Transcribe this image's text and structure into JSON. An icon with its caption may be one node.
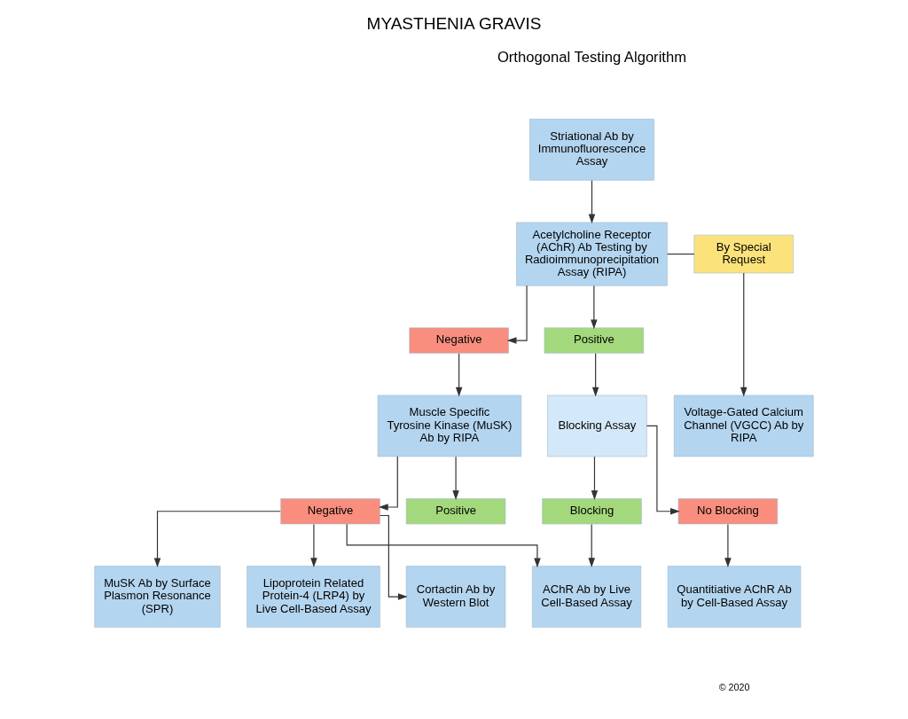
{
  "diagram": {
    "title": "MYASTHENIA GRAVIS",
    "nodes": [
      {
        "text": [
          "Striational Ab by Immunofluorescence Assay"
        ]
      },
      {
        "text": [
          "Acetylcholine Receptor (AChR) Ab Testing by Radioimmunoprecipitation Assay (RIPA)"
        ]
      },
      {
        "text": [
          "By Special Request"
        ]
      },
      {
        "text": [
          "Negative"
        ]
      },
      {
        "text": [
          "Positive"
        ]
      },
      {
        "text": [
          "Muscle Specific Tyrosine Kinase (MuSK) Ab by RIPA"
        ]
      },
      {
        "text": [
          "Blocking Assay"
        ]
      },
      {
        "text": [
          "Voltage-Gated Calcium Channel (VGCC) Ab by RIPA"
        ]
      },
      {
        "text": [
          "Negative"
        ]
      },
      {
        "text": [
          "Positive"
        ]
      },
      {
        "text": [
          "Blocking"
        ]
      },
      {
        "text": [
          "No Blocking"
        ]
      },
      {
        "text": [
          "MuSK Ab by Surface Plasmon Resonance (SPR)"
        ]
      },
      {
        "text": [
          "Lipoprotein Related Protein-4 (LRP4) by Live Cell-Based Assay"
        ]
      },
      {
        "text": [
          "Cortactin Ab by Western Blot"
        ]
      },
      {
        "text": [
          "AChR Ab by Live Cell-Based Assay"
        ]
      },
      {
        "text": [
          "Quantitiative AChR Ab by Cell-Based Assay"
        ]
      }
    ],
    "edges": [
      {
        "from": 0,
        "to": 1,
        "arrow": "to"
      },
      {
        "from": 1,
        "to": 2,
        "arrow": "none"
      },
      {
        "from": 2,
        "to": 7,
        "arrow": "to"
      },
      {
        "from": 1,
        "to": 3,
        "arrow": "to"
      },
      {
        "from": 1,
        "to": 4,
        "arrow": "to"
      },
      {
        "from": 3,
        "to": 5,
        "arrow": "to"
      },
      {
        "from": 4,
        "to": 6,
        "arrow": "to"
      },
      {
        "from": 5,
        "to": 8,
        "arrow": "to"
      },
      {
        "from": 5,
        "to": 9,
        "arrow": "to"
      },
      {
        "from": 6,
        "to": 10,
        "arrow": "to"
      },
      {
        "from": 6,
        "to": 11,
        "arrow": "to"
      },
      {
        "from": 8,
        "to": 12,
        "arrow": "to"
      },
      {
        "from": 8,
        "to": 13,
        "arrow": "to"
      },
      {
        "from": 8,
        "to": 14,
        "arrow": "to"
      },
      {
        "from": 8,
        "to": 15,
        "arrow": "to"
      },
      {
        "from": 10,
        "to": 15,
        "arrow": "to"
      },
      {
        "from": 11,
        "to": 16,
        "arrow": "to"
      }
    ],
    "labels": [
      "Orthogonal Testing Algorithm",
      "© 2020"
    ]
  }
}
